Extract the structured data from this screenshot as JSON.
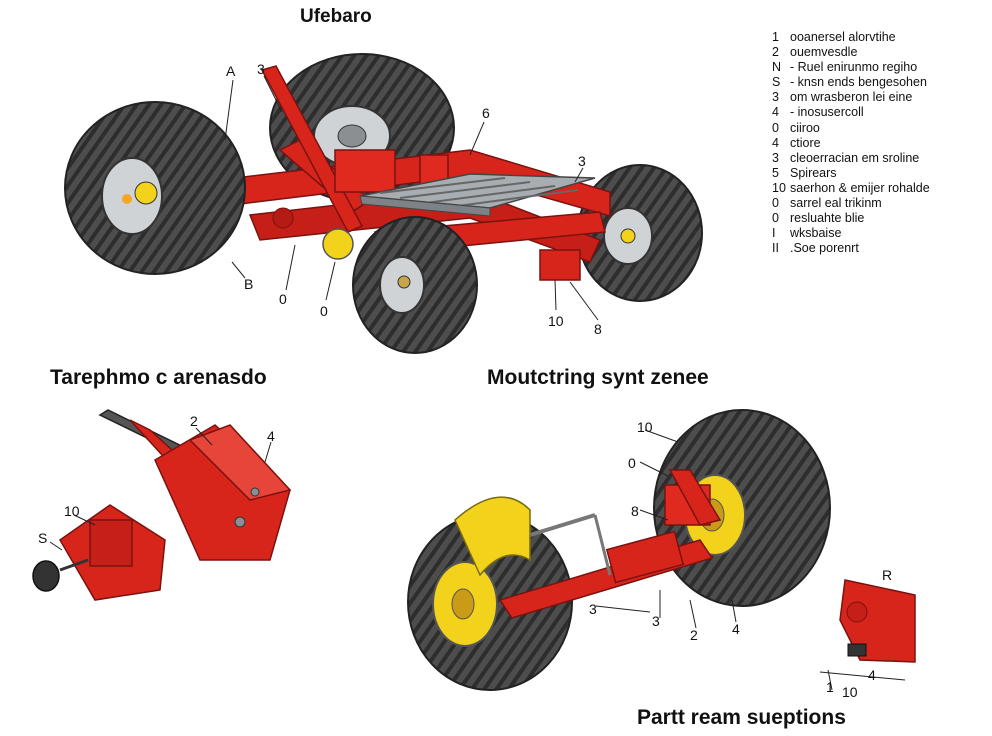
{
  "titles": {
    "main": "Ufebaro",
    "left_section": "Tarephmo c arenasdo",
    "mid_section": "Moutctring synt zenee",
    "bottom": "Partt ream sueptions"
  },
  "legend": [
    {
      "num": "1",
      "text": "ooanersel alorvtihe"
    },
    {
      "num": "2",
      "text": "ouemvesdle"
    },
    {
      "num": "N",
      "text": "- Ruel enirunmo regiho"
    },
    {
      "num": "S",
      "text": "- knsn ends bengesohen"
    },
    {
      "num": "3",
      "text": "om wrasberon lei eine"
    },
    {
      "num": "4",
      "text": "- inosusercoll"
    },
    {
      "num": "0",
      "text": "ciiroo"
    },
    {
      "num": "4",
      "text": "ctiore"
    },
    {
      "num": "3",
      "text": "cleoerracian em sroline"
    },
    {
      "num": "5",
      "text": "Spirears"
    },
    {
      "num": "10",
      "text": "saerhon & emijer rohalde"
    },
    {
      "num": "0",
      "text": "sarrel eal trikinm"
    },
    {
      "num": "0",
      "text": "resluahte blie"
    },
    {
      "num": "I",
      "text": "wksbaise"
    },
    {
      "num": "II",
      "text": ".Soe porenrt"
    }
  ],
  "callouts": {
    "top": {
      "a": "A",
      "b3": "3",
      "c6": "6",
      "d3": "3",
      "e8": "B",
      "f0a": "0",
      "g0b": "0",
      "h10": "10",
      "i8": "8"
    },
    "left": {
      "a2": "2",
      "b4": "4",
      "c10": "10",
      "d5": "S"
    },
    "right": {
      "a10": "10",
      "b0": "0",
      "c8": "8",
      "d3": "3",
      "e3b": "3",
      "f2": "2",
      "g4": "4",
      "hR": "R",
      "i4": "4",
      "j1": "1",
      "k10": "10"
    }
  },
  "colors": {
    "frame": "#d8251c",
    "tire": "#4d4d4d",
    "tire_dark": "#2d2d2d",
    "rim": "#cfd3d6",
    "hub_yellow": "#f2d21b",
    "deck": "#9a9fa4"
  }
}
